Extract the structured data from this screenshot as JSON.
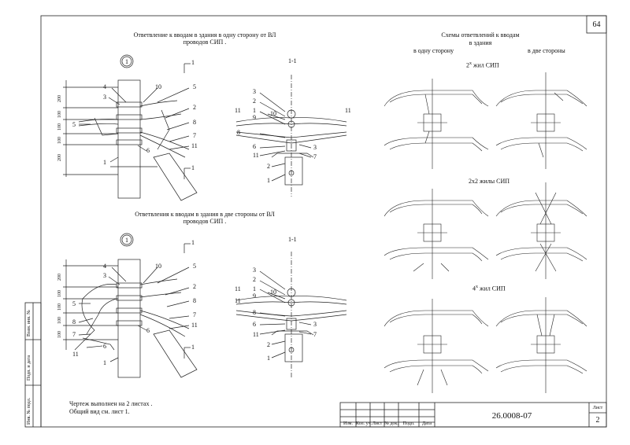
{
  "sheet": {
    "page_number": "64",
    "drawing_code": "26.0008-07",
    "sheet_label": "Лист",
    "sheet_no": "2",
    "note_line1": "Чертеж выполнен на 2 листах .",
    "note_line2": "Общий вид см. лист 1."
  },
  "title_block": {
    "cols": [
      "Изм.",
      "Кол. уч.",
      "Лист",
      "№ док.",
      "Подп.",
      "Дата"
    ]
  },
  "side_stamp": {
    "items": [
      "Инв. № подл.",
      "Подп. и дата",
      "Взам. инв. №"
    ]
  },
  "top_section": {
    "title_line1": "Ответвление к вводам в здания в одну сторону от ВЛ",
    "title_line2": "проводов СИП .",
    "view_marker": "1",
    "section_marker": "1",
    "section_title": "1-1",
    "dims": [
      "200",
      "100",
      "100",
      "100",
      "200"
    ],
    "left_labels": [
      "4",
      "3",
      "5",
      "1",
      "10",
      "5",
      "2",
      "8",
      "7",
      "11",
      "6"
    ],
    "right_labels": [
      "3",
      "2",
      "1",
      "9",
      "10",
      "11",
      "8",
      "6",
      "11",
      "2",
      "1",
      "11",
      "3",
      "7"
    ]
  },
  "bottom_section": {
    "title_line1": "Ответвления к вводам в здания в две стороны от ВЛ",
    "title_line2": "проводов СИП .",
    "view_marker": "1",
    "section_marker": "1",
    "section_title": "1-1",
    "dims": [
      "200",
      "100",
      "100",
      "100",
      "100"
    ],
    "left_labels": [
      "4",
      "3",
      "5",
      "8",
      "7",
      "11",
      "10",
      "5",
      "2",
      "8",
      "7",
      "11",
      "6",
      "6",
      "1"
    ],
    "right_labels": [
      "3",
      "2",
      "1",
      "9",
      "10",
      "11",
      "11",
      "8",
      "6",
      "11",
      "2",
      "1",
      "3",
      "7"
    ]
  },
  "schemes": {
    "title_line1": "Схемы ответвлений к вводам",
    "title_line2": "в здания",
    "one_side": "в одну сторону",
    "two_sides": "в две стороны",
    "group1": "2",
    "group1_sup": "х",
    "group1_suffix": " жил СИП",
    "group2": "2х2 жилы СИП",
    "group3": "4",
    "group3_sup": "х",
    "group3_suffix": " жил СИП"
  }
}
